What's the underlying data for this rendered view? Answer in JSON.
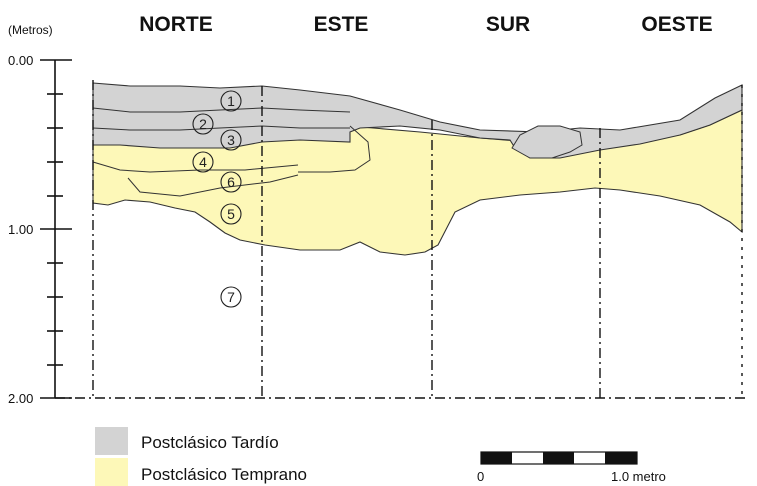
{
  "axis": {
    "unit_label": "(Metros)",
    "ticks": [
      {
        "value": 0,
        "label": "0.00"
      },
      {
        "value": 1,
        "label": "1.00"
      },
      {
        "value": 2,
        "label": "2.00"
      }
    ]
  },
  "walls": [
    "NORTE",
    "ESTE",
    "SUR",
    "OESTE"
  ],
  "layers": [
    "1",
    "2",
    "3",
    "4",
    "6",
    "5",
    "7"
  ],
  "legend": [
    {
      "label": "Postclásico Tardío",
      "color": "#d3d3d3"
    },
    {
      "label": "Postclásico Temprano",
      "color": "#fdf8b8"
    }
  ],
  "scale": {
    "start": "0",
    "end": "1.0 metro"
  },
  "colors": {
    "late": "#d3d3d3",
    "early": "#fdf8b8",
    "soil": "#ffffff",
    "line": "#222222"
  }
}
